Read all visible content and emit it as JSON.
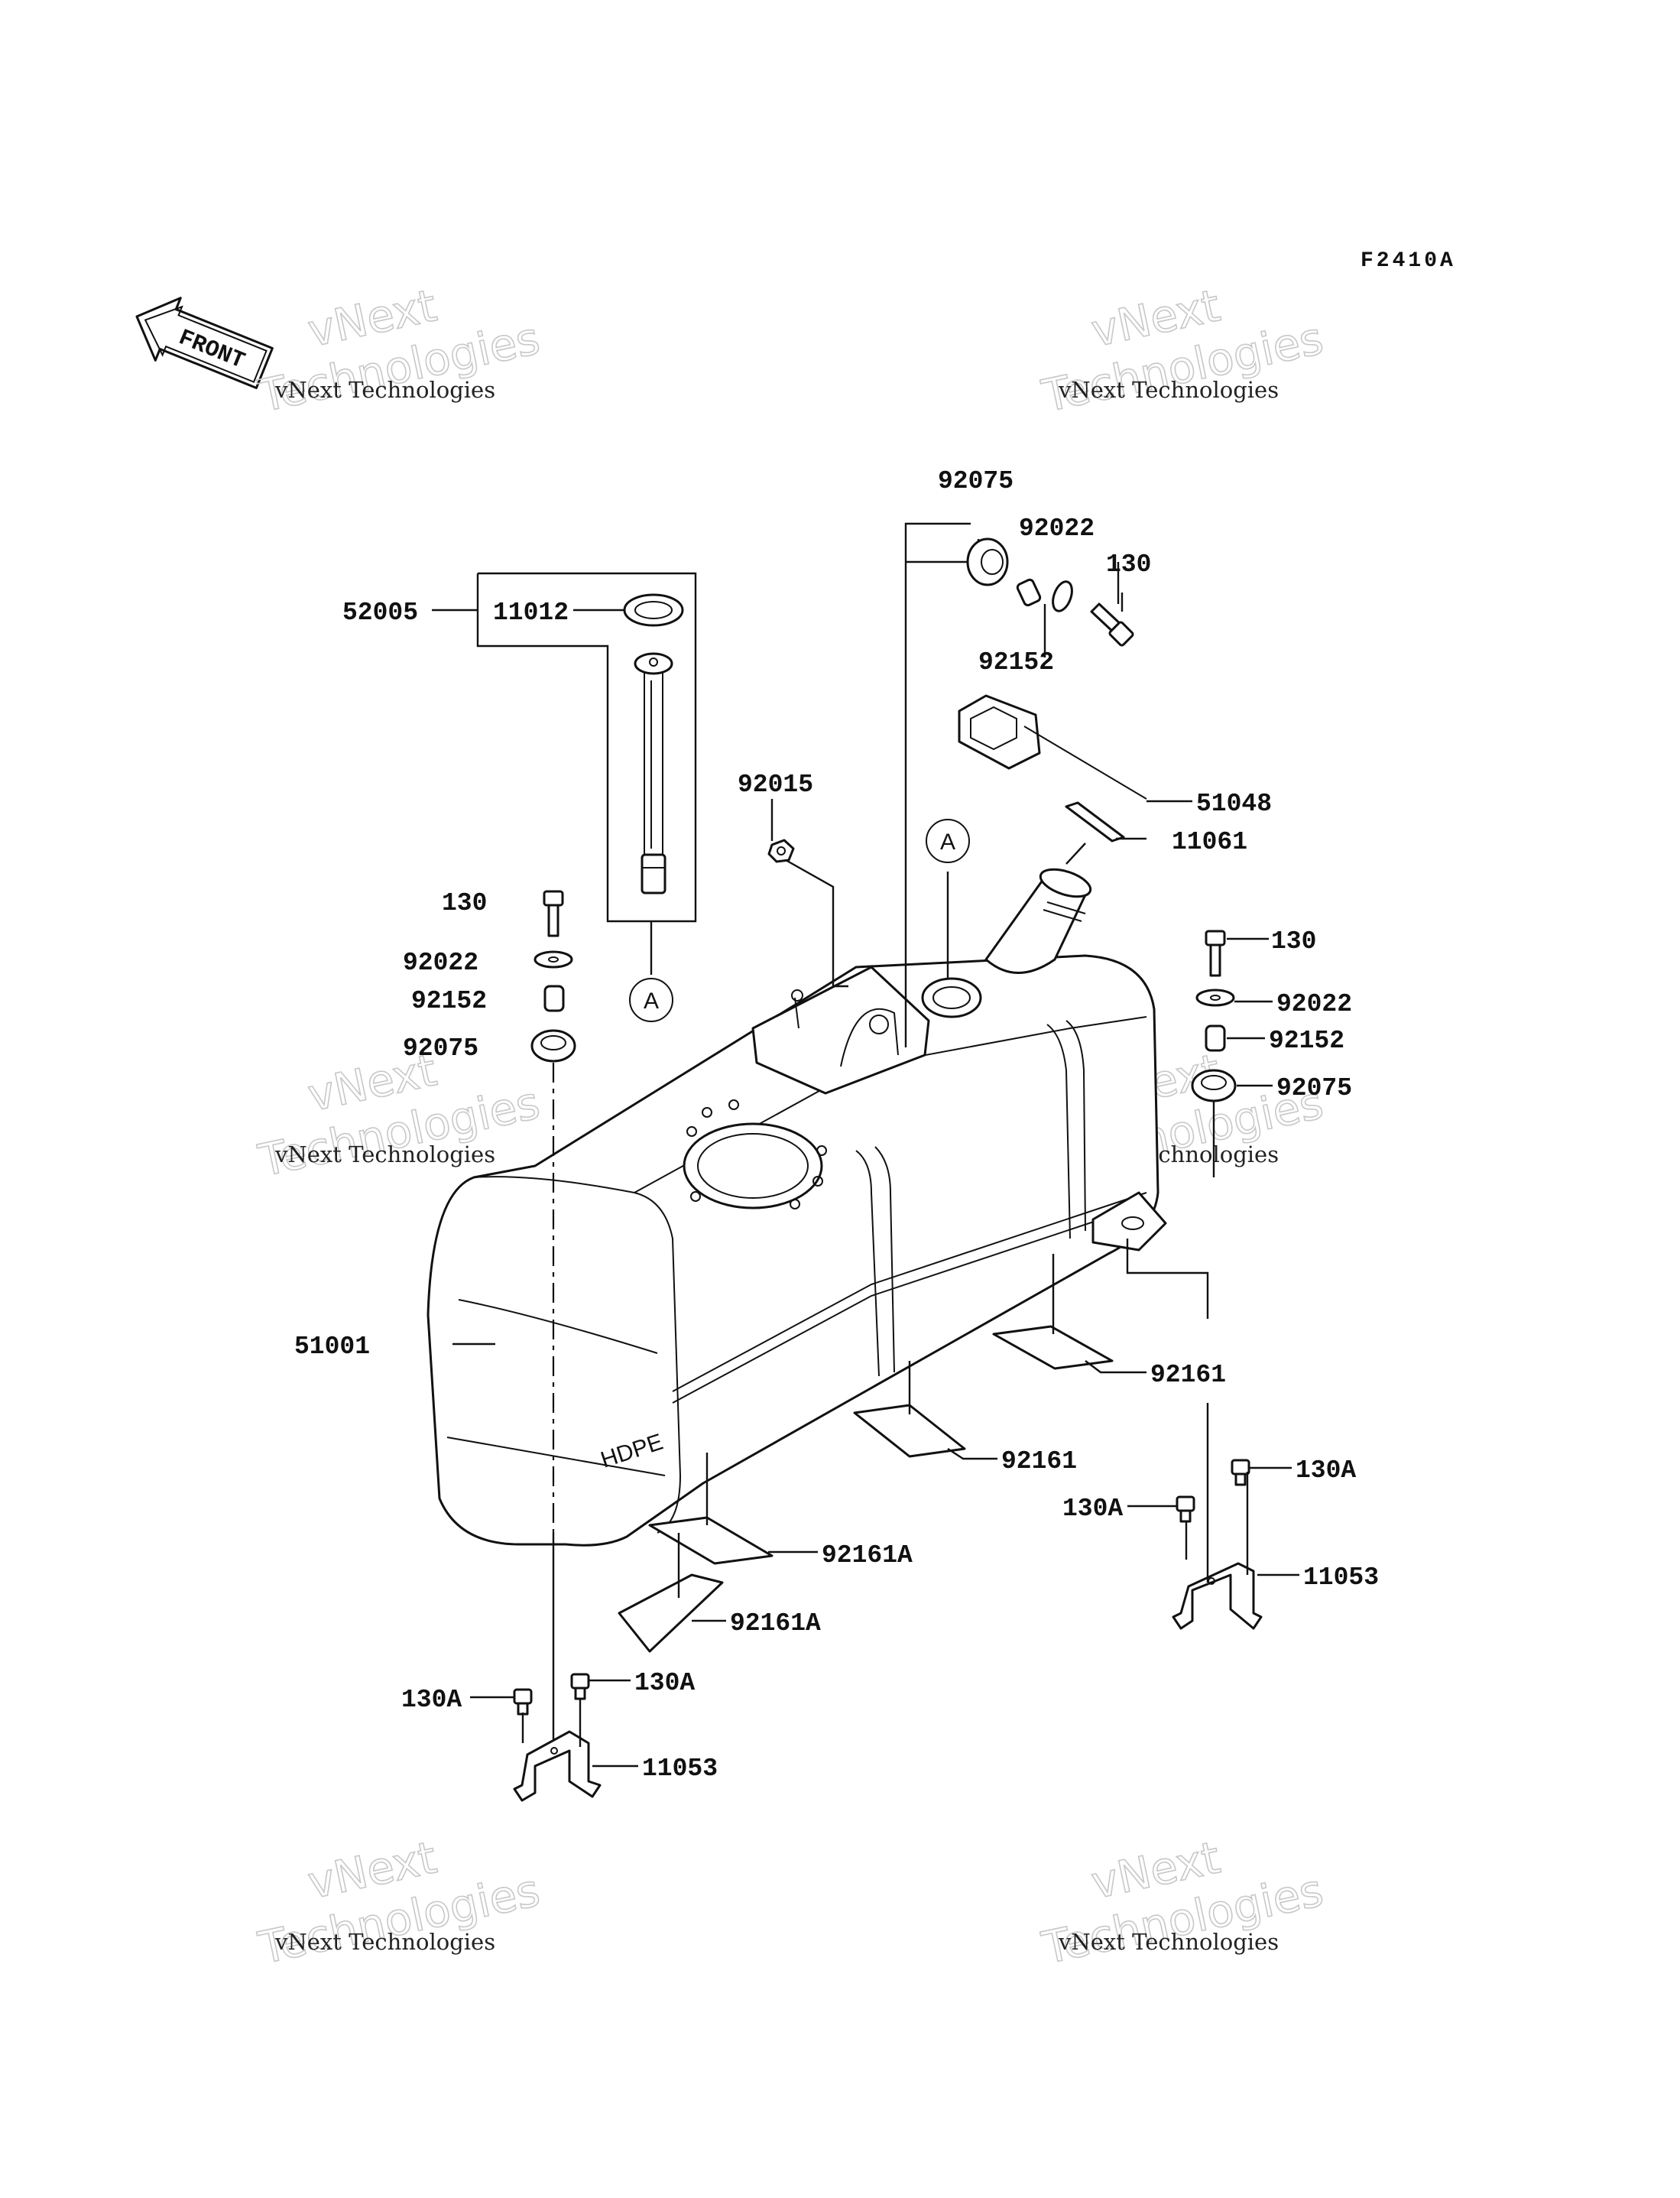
{
  "figure_code": "F2410A",
  "front_label": "FRONT",
  "watermark": {
    "line1": "vNext",
    "line2": "Technologies",
    "small": "vNext Technologies"
  },
  "callout_ref": "A",
  "labels": {
    "p52005": "52005",
    "p11012": "11012",
    "p92075_top": "92075",
    "p92022_top": "92022",
    "p130_top": "130",
    "p92152_top": "92152",
    "p51048": "51048",
    "p11061": "11061",
    "p92015": "92015",
    "p130_left": "130",
    "p92022_left": "92022",
    "p92152_left": "92152",
    "p92075_left": "92075",
    "p130_right": "130",
    "p92022_right": "92022",
    "p92152_right": "92152",
    "p92075_right": "92075",
    "p51001": "51001",
    "p92161_a": "92161",
    "p92161_b": "92161",
    "p92161A_a": "92161A",
    "p92161A_b": "92161A",
    "p130A_r1": "130A",
    "p130A_r2": "130A",
    "p11053_r": "11053",
    "p130A_l1": "130A",
    "p130A_l2": "130A",
    "p11053_l": "11053"
  },
  "tank_marking": "HDPE"
}
